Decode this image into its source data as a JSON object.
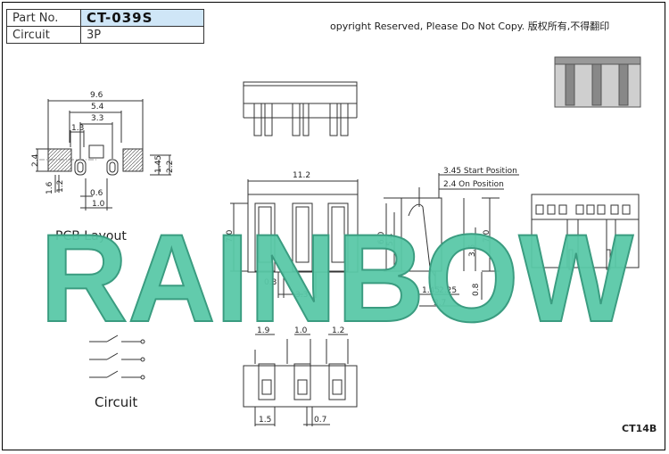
{
  "header": {
    "part_no_label": "Part No.",
    "part_no_value": "CT-039S",
    "circuit_label": "Circuit",
    "circuit_value": "3P"
  },
  "copyright": "opyright Reserved, Please Do Not Copy. 版权所有,不得翻印",
  "sections": {
    "pcb_layout_label": "PCB Layout",
    "circuit_label": "Circuit"
  },
  "model_code": "CT14B",
  "watermark": "RAINBOW",
  "dimensions": {
    "pcb": {
      "d96": "9.6",
      "d54": "5.4",
      "d33": "3.3",
      "d13": "1.3",
      "d24": "2.4",
      "d145": "1.45",
      "d22": "2.2",
      "d16": "1.6",
      "d12": "1.2",
      "d06": "0.6",
      "d10": "1.0"
    },
    "front": {
      "d112": "11.2",
      "d70": "7.0",
      "d03": "0.3",
      "d33": "3.3"
    },
    "side": {
      "start": "3.45 Start Position",
      "on": "2.4 On Position",
      "d60": "6.0",
      "d54": "5.4",
      "d35": "3.5",
      "d70": "7.0",
      "d145": "1.45",
      "d225": "2.25",
      "d37": "3.7",
      "d08": "0.8"
    },
    "bottom": {
      "d19": "1.9",
      "d10": "1.0",
      "d12": "1.2",
      "d15": "1.5",
      "d07": "0.7"
    }
  },
  "colors": {
    "watermark": "#5ac8a8",
    "part_no_bg": "#cfe6f7",
    "line": "#333333"
  }
}
